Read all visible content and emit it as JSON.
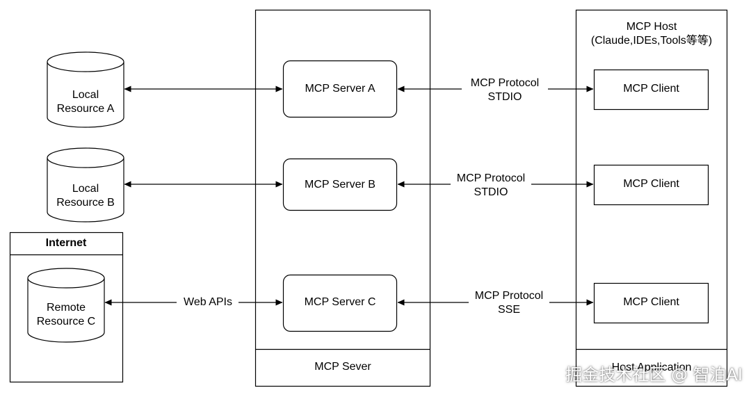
{
  "internet_group": {
    "title": "Internet"
  },
  "resources": [
    {
      "label": "Local\nResource A"
    },
    {
      "label": "Local\nResource B"
    },
    {
      "label": "Remote\nResource C"
    }
  ],
  "server_container": {
    "label": "MCP Sever"
  },
  "servers": [
    {
      "label": "MCP Server A"
    },
    {
      "label": "MCP Server B"
    },
    {
      "label": "MCP Server C"
    }
  ],
  "host": {
    "title": "MCP Host\n(Claude,IDEs,Tools等等)",
    "footer": "Host Application",
    "clients": [
      {
        "label": "MCP Client"
      },
      {
        "label": "MCP Client"
      },
      {
        "label": "MCP Client"
      }
    ]
  },
  "connections": {
    "web_apis": "Web APIs",
    "protocols": [
      {
        "label": "MCP Protocol\nSTDIO"
      },
      {
        "label": "MCP Protocol\nSTDIO"
      },
      {
        "label": "MCP Protocol\nSSE"
      }
    ]
  },
  "watermark": "掘金技术社区 @ 智泊AI"
}
